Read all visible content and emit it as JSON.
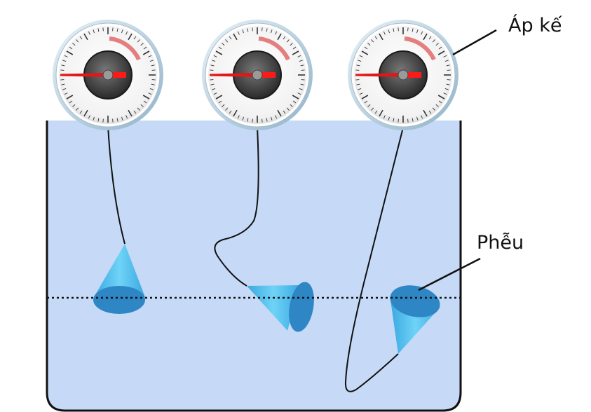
{
  "labels": {
    "gauge": "Áp kế",
    "funnel": "Phễu"
  },
  "colors": {
    "water": "#c6d9f6",
    "tank_outline": "#111111",
    "funnel_light": "#56c4f0",
    "funnel_dark": "#2e8ec9",
    "gauge_needle": "#e01818",
    "gauge_arc": "#e06060"
  },
  "gauges": [
    {
      "id": 1,
      "reading": "same"
    },
    {
      "id": 2,
      "reading": "same"
    },
    {
      "id": 3,
      "reading": "same"
    }
  ],
  "funnels": [
    {
      "id": 1,
      "orientation": "opening-down"
    },
    {
      "id": 2,
      "orientation": "opening-sideways"
    },
    {
      "id": 3,
      "orientation": "opening-up"
    }
  ],
  "depth_line": "dotted"
}
